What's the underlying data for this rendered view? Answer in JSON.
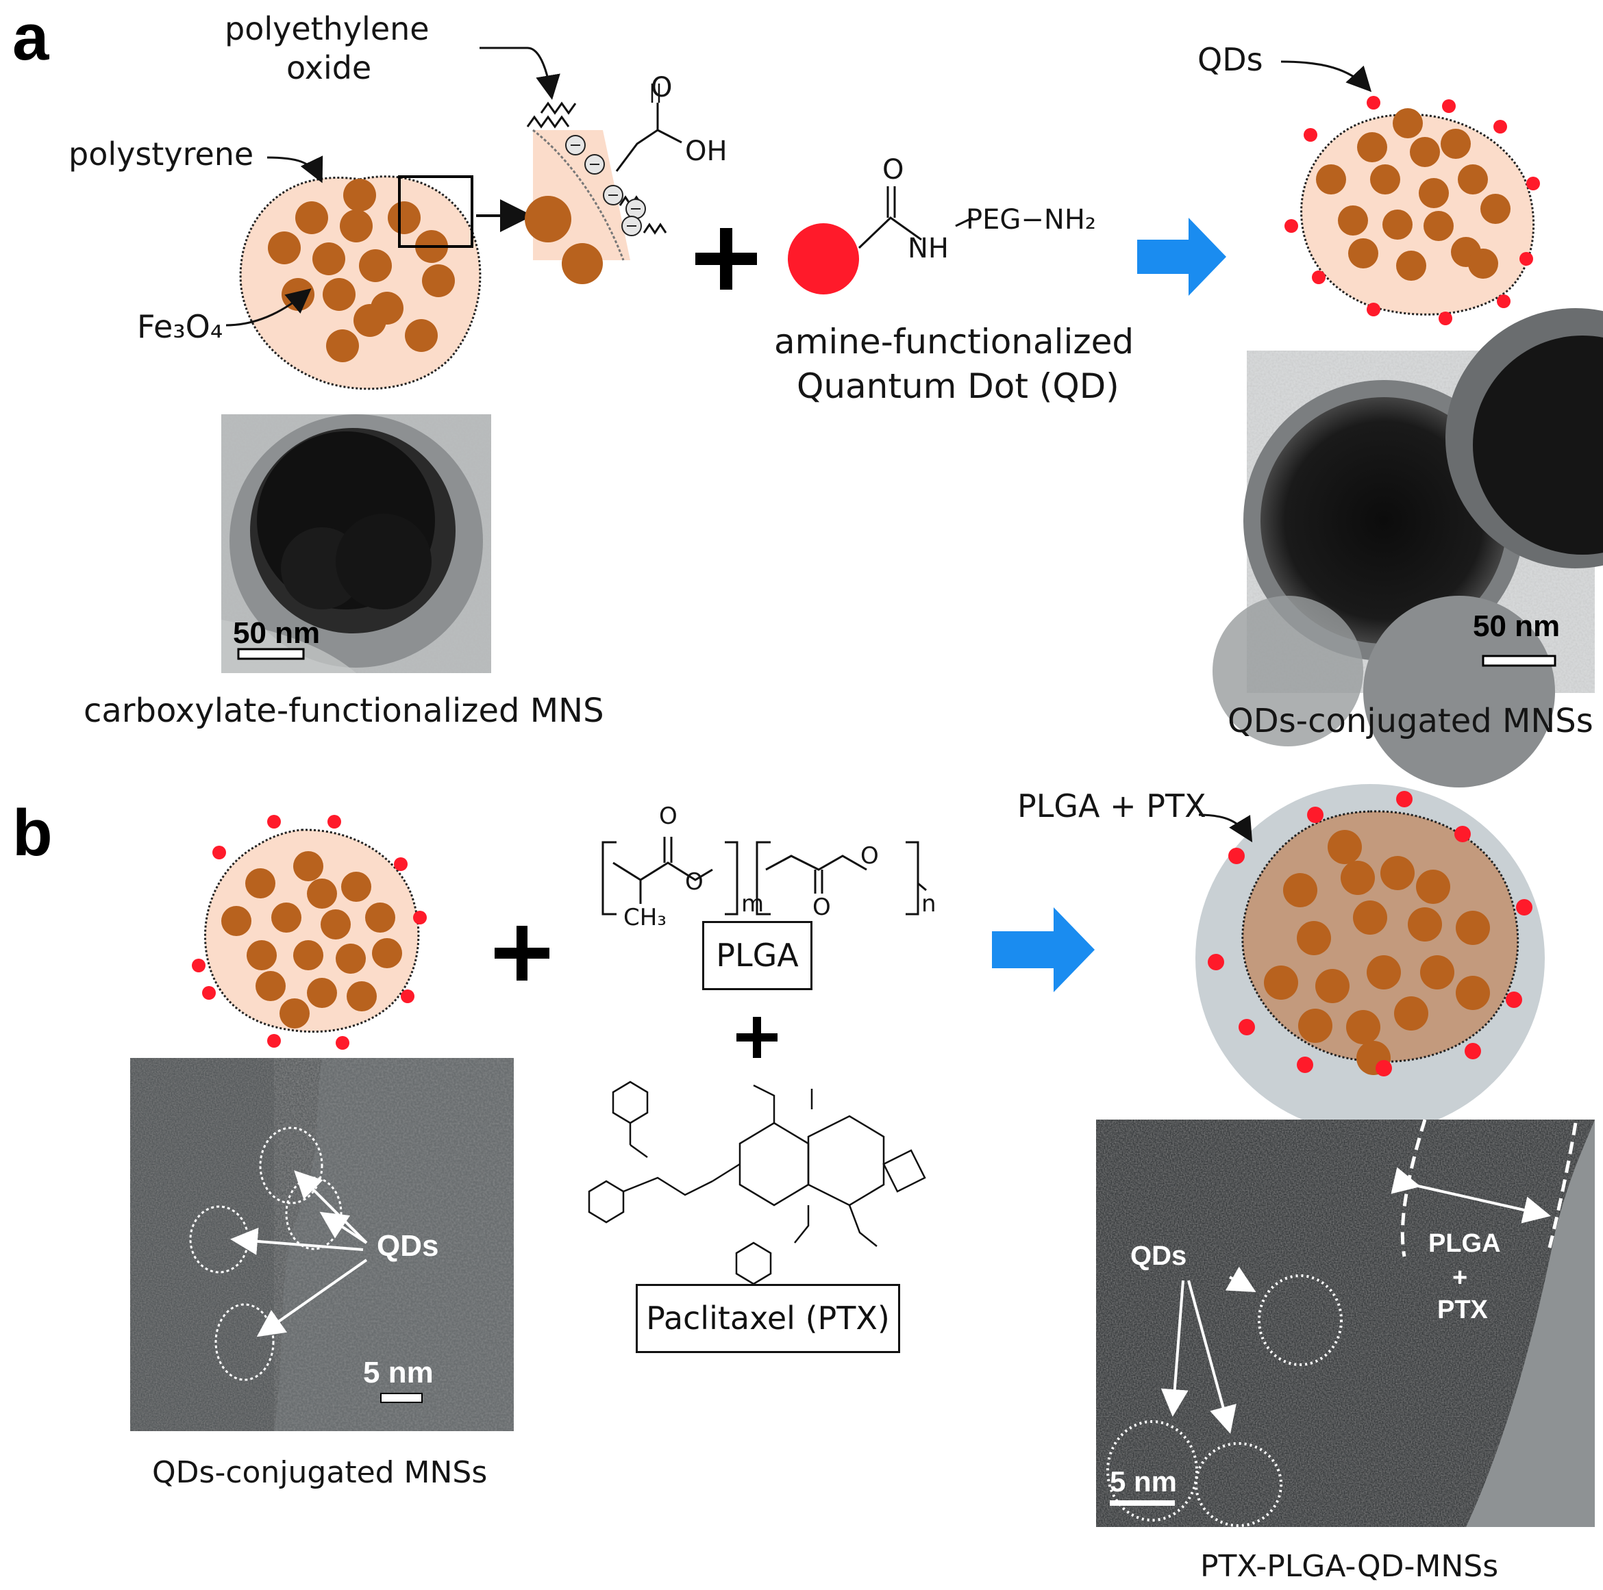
{
  "panels": {
    "a": {
      "letter": "a",
      "labels": {
        "polyethylene_line1": "polyethylene",
        "polyethylene_line2": "oxide",
        "polystyrene": "polystyrene",
        "fe3o4": "Fe₃O₄",
        "qds": "QDs",
        "amine_line1": "amine-functionalized",
        "amine_line2": "Quantum Dot (QD)",
        "carboxylate_caption": "carboxylate-functionalized MNS",
        "qds_conjugated_caption": "QDs-conjugated MNSs",
        "chem_o": "O",
        "chem_oh": "OH",
        "chem_nh": "NH",
        "chem_peg": "PEG−NH₂",
        "chem_o2": "O"
      },
      "scalebars": {
        "left": "50 nm",
        "right": "50 nm"
      }
    },
    "b": {
      "letter": "b",
      "labels": {
        "plga_ptx_top": "PLGA + PTX",
        "plga_box": "PLGA",
        "paclitaxel_box": "Paclitaxel (PTX)",
        "qds_tem_left": "QDs",
        "qds_tem_right": "QDs",
        "plga_tem_line1": "PLGA",
        "plga_tem_line2": "+",
        "plga_tem_line3": "PTX",
        "qds_conjugated_caption": "QDs-conjugated MNSs",
        "ptx_caption": "PTX-PLGA-QD-MNSs",
        "chem_m": "m",
        "chem_n": "n",
        "chem_ch3": "CH₃",
        "chem_o_a": "O",
        "chem_o_b": "O",
        "chem_o_c": "O",
        "chem_o_d": "O"
      },
      "scalebars": {
        "left": "5 nm",
        "right": "5 nm"
      }
    }
  },
  "colors": {
    "particle_fill": "#fbdcca",
    "fe3o4_dot": "#b8621e",
    "qd_red": "#ff1a2a",
    "arrow_blue": "#1a8cf0",
    "plga_shell": "#c9d0d4"
  }
}
